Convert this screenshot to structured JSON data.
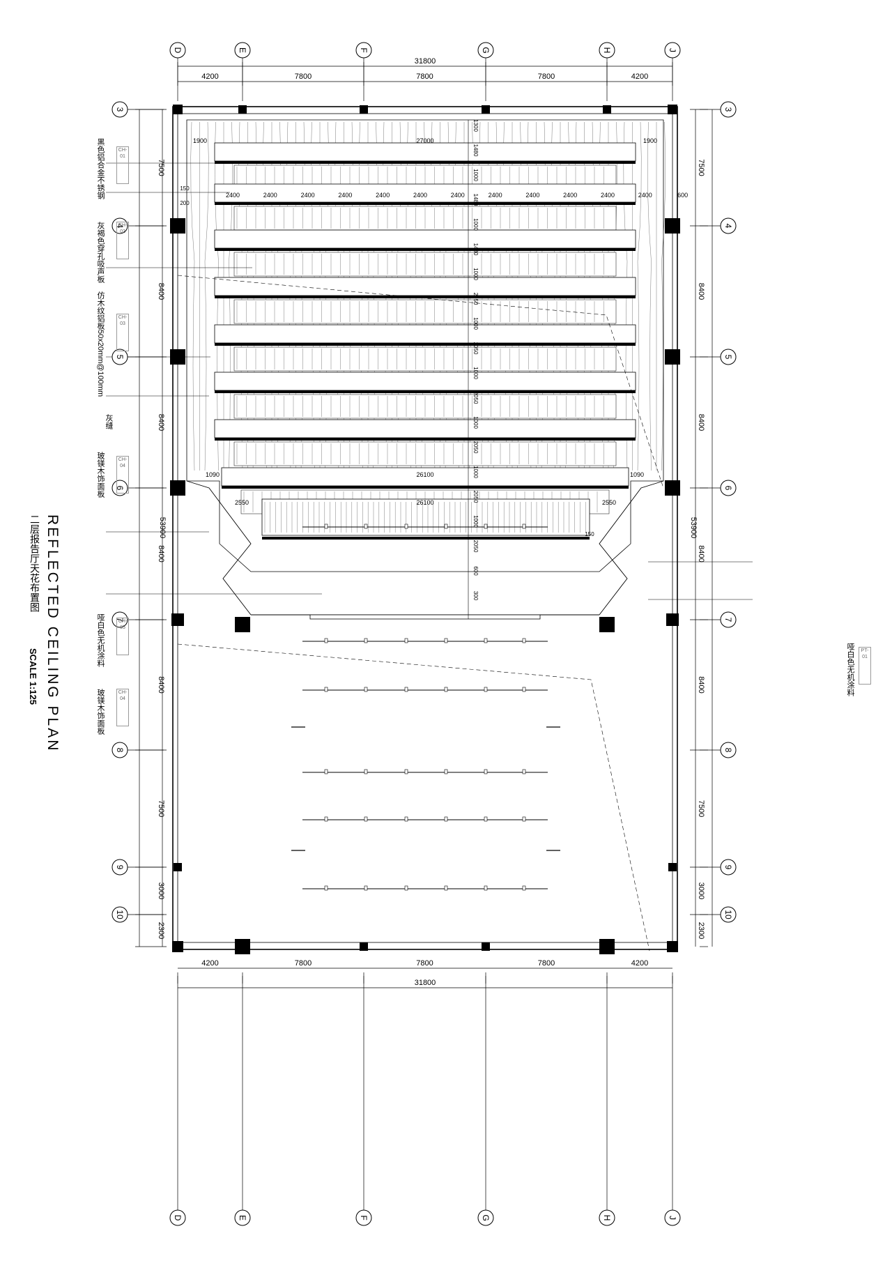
{
  "title": {
    "main": "REFLECTED CEILING PLAN",
    "sub": "二层报告厅天花布置图",
    "scale": "SCALE 1:125"
  },
  "grid": {
    "columns": [
      {
        "label": "D"
      },
      {
        "label": "E"
      },
      {
        "label": "F"
      },
      {
        "label": "G"
      },
      {
        "label": "H"
      },
      {
        "label": "J"
      }
    ],
    "rows": [
      {
        "label": "3"
      },
      {
        "label": "4"
      },
      {
        "label": "5"
      },
      {
        "label": "6"
      },
      {
        "label": "7"
      },
      {
        "label": "8"
      },
      {
        "label": "9"
      },
      {
        "label": "10"
      }
    ],
    "col_spacings": [
      "4200",
      "7800",
      "7800",
      "7800",
      "4200"
    ],
    "col_total": "31800",
    "row_spacings": [
      "7500",
      "8400",
      "8400",
      "8400",
      "8400",
      "7500",
      "3000",
      "2300"
    ],
    "row_total": "53900"
  },
  "inner_dims": {
    "beam_lengths": [
      "27000",
      "26100",
      "26100"
    ],
    "tile_widths": [
      "2400",
      "2400",
      "2400",
      "2400",
      "2400",
      "2400",
      "2400",
      "2400",
      "2400",
      "2400",
      "2400",
      "2400",
      "600"
    ],
    "side_offsets": [
      "1900",
      "1900",
      "1090",
      "1090",
      "2550",
      "2550",
      "150",
      "200",
      "150"
    ],
    "center_chain": [
      "1300",
      "1480",
      "1000",
      "1480",
      "1000",
      "1480",
      "1000",
      "2050",
      "1000",
      "2050",
      "1000",
      "2050",
      "1000",
      "2050",
      "1000",
      "2050",
      "1000",
      "2050",
      "600",
      "300"
    ]
  },
  "annotations": {
    "left": [
      {
        "text": "黑色铝合金不锈钢",
        "code": "CH-01"
      },
      {
        "text": "灰褐色穿孔吸声板",
        "code": "CH-02"
      },
      {
        "text": "仿木纹铝板50x20mm@100mm",
        "code": "CH-03"
      },
      {
        "text": "灰缝"
      },
      {
        "text": "玻镁木饰面板",
        "code": "CH-04"
      },
      {
        "text": "哑白色无机涂料",
        "code": "CH-05"
      },
      {
        "text": "玻镁木饰面板",
        "code": "CH-04"
      }
    ],
    "right": [
      {
        "text": "哑白色无机涂料",
        "code": "PT-01"
      }
    ]
  }
}
